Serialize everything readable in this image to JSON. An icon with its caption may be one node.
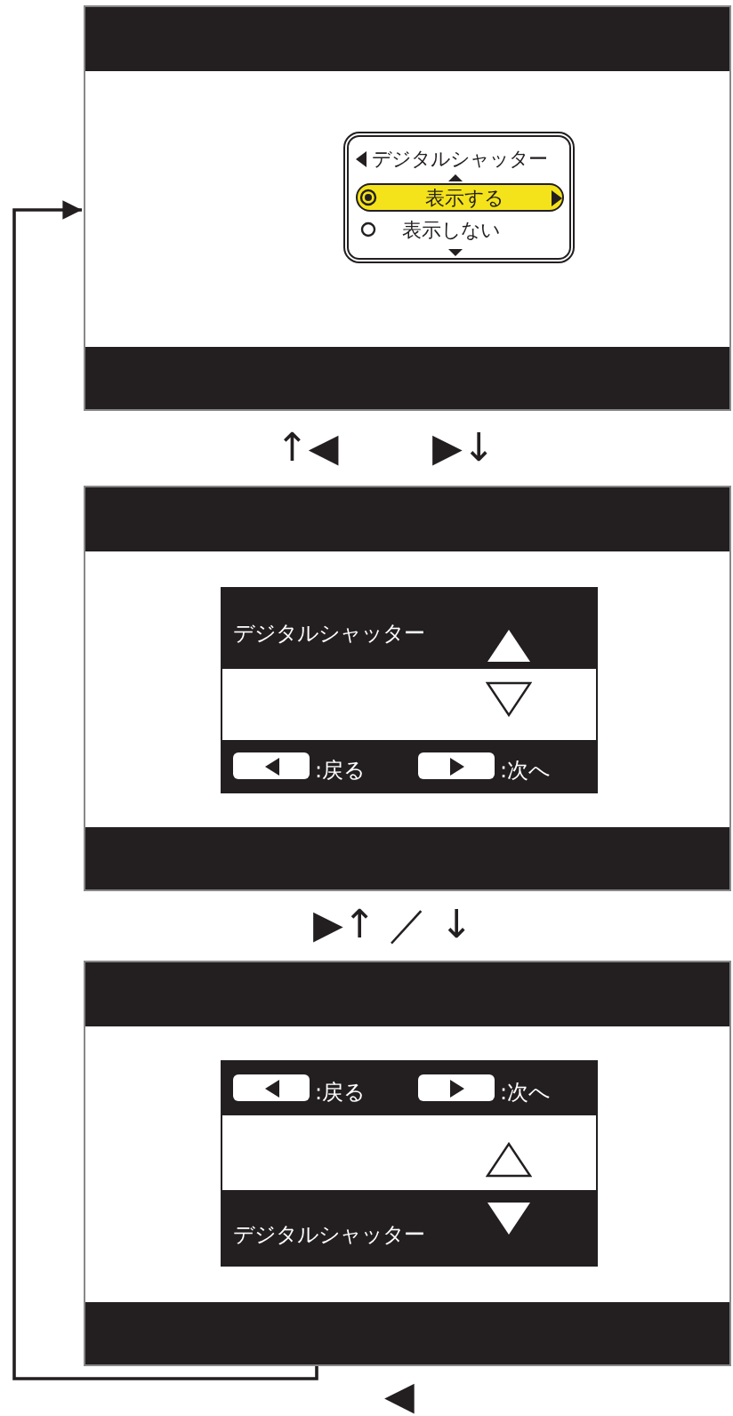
{
  "diagram": {
    "nodes": [
      {
        "text": [],
        "shape": "box"
      },
      {
        "text": [
          "デジタルシャッター",
          "表示する",
          "表示しない"
        ],
        "in": 0
      },
      {
        "text": [],
        "shape": "box"
      },
      {
        "text": [
          "デジタルシャッター",
          ":戻る",
          ":次へ"
        ],
        "in": 2
      },
      {
        "text": [],
        "shape": "box"
      },
      {
        "text": [
          ":戻る",
          ":次へ",
          "デジタルシャッター"
        ],
        "in": 4
      }
    ],
    "edges": [
      {
        "from": 4,
        "to": 0,
        "arrow": "to"
      }
    ],
    "labels": [
      "↑◀",
      "▶↓",
      "▶↑ ／ ↓",
      "◀"
    ]
  }
}
